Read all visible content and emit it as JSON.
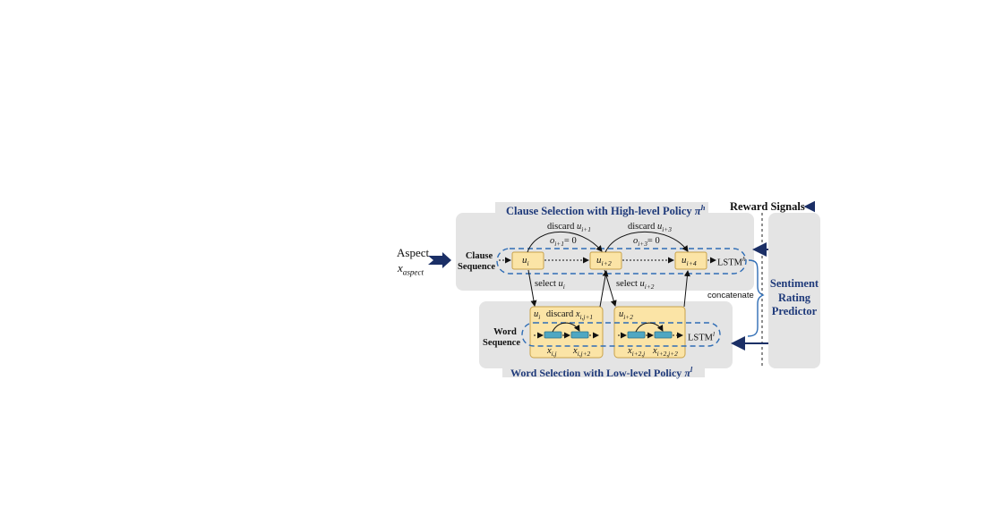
{
  "aspect": {
    "label": "Aspect",
    "variable": "x",
    "variable_sub": "aspect"
  },
  "high_level": {
    "title": "Clause Selection with High-level Policy",
    "policy_symbol": "π",
    "policy_sup": "h",
    "sequence_label_line1": "Clause",
    "sequence_label_line2": "Sequence",
    "discard_1": "discard",
    "discard_1_var": "u",
    "discard_1_sub": "i+1",
    "discard_2": "discard",
    "discard_2_var": "u",
    "discard_2_sub": "i+3",
    "o_1": "o",
    "o_1_sub": "i+1",
    "o_1_eq": "= 0",
    "o_2": "o",
    "o_2_sub": "i+3",
    "o_2_eq": "= 0",
    "nodes": [
      {
        "var": "u",
        "sub": "i"
      },
      {
        "var": "u",
        "sub": "i+2"
      },
      {
        "var": "u",
        "sub": "i+4"
      }
    ],
    "lstm": "LSTM",
    "lstm_sup": "h",
    "select_1": "select",
    "select_1_var": "u",
    "select_1_sub": "i",
    "select_2": "select",
    "select_2_var": "u",
    "select_2_sub": "i+2"
  },
  "low_level": {
    "title": "Word Selection with Low-level Policy",
    "policy_symbol": "π",
    "policy_sup": "l",
    "sequence_label_line1": "Word",
    "sequence_label_line2": "Sequence",
    "box1_var": "u",
    "box1_sub": "i",
    "box1_discard": "discard",
    "box1_discard_var": "x",
    "box1_discard_sub": "i,j+1",
    "box1_w1_var": "x",
    "box1_w1_sub": "i,j",
    "box1_w2_var": "x",
    "box1_w2_sub": "i,j+2",
    "box2_var": "u",
    "box2_sub": "i+2",
    "box2_w1_var": "x",
    "box2_w1_sub": "i+2,j",
    "box2_w2_var": "x",
    "box2_w2_sub": "i+2,j+2",
    "lstm": "LSTM",
    "lstm_sup": "l"
  },
  "reward_signals": "Reward Signals",
  "concatenate": "concatenate",
  "predictor": {
    "line1": "Sentiment",
    "line2": "Rating",
    "line3": "Predictor"
  },
  "colors": {
    "panel": "#e4e4e4",
    "node_fill": "#fbe4a6",
    "node_border": "#c9a24a",
    "dash_blue": "#2f6db5",
    "title_blue": "#1f3a7a",
    "arrow_navy": "#1b2f66",
    "word_bar": "#4fa7c2"
  }
}
